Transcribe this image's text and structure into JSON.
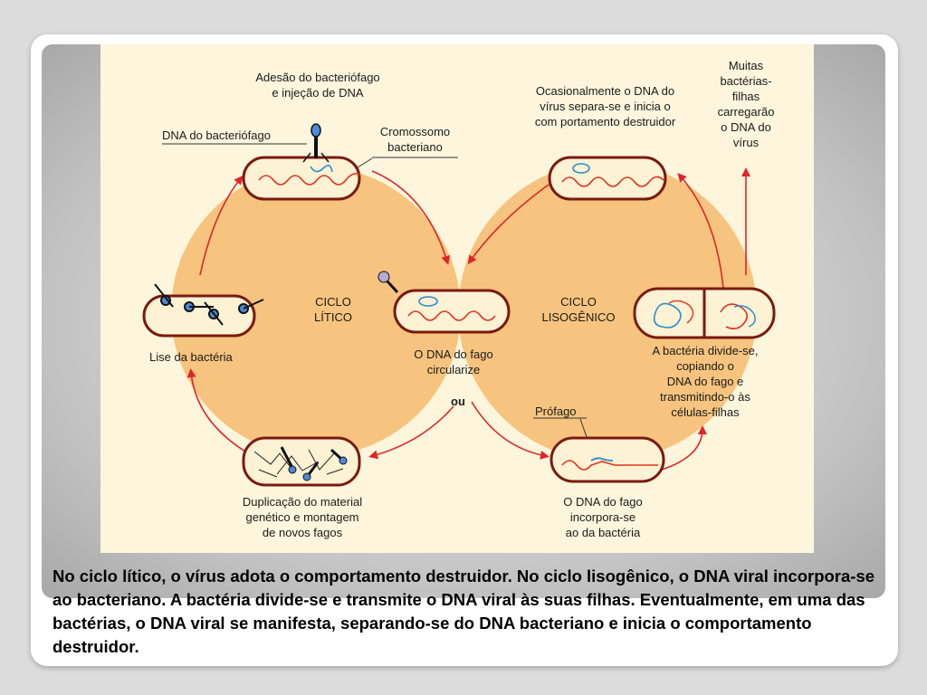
{
  "diagram": {
    "labels": {
      "adhesion": "Adesão do bacteriófago\ne injeção de DNA",
      "phage_dna": "DNA do bacteriófago",
      "chromosome": "Cromossomo\nbacteriano",
      "lytic_cycle": "CICLO\nLÍTICO",
      "lysis": "Lise da bactéria",
      "duplication": "Duplicação do material\ngenético e montagem\nde novos fagos",
      "circularizes": "O DNA do fago\ncircularize",
      "or": "ou",
      "occasional": "Ocasionalmente o DNA do\nvírus  separa-se e inicia o\ncom portamento destruidor",
      "many_bacteria": "Muitas\nbactérias-\nfilhas\ncarregarão\no DNA do\nvírus",
      "lysogenic_cycle": "CICLO\nLISOGÊNICO",
      "divides": "A bactéria divide-se,\ncopiando o\nDNA do fago e\ntransmitindo-o às\ncélulas-filhas",
      "prophage": "Prófago",
      "incorporates": "O DNA do fago\nincorpora-se\nao da bactéria"
    },
    "colors": {
      "background": "#fdf6dd",
      "cycle_fill": "#f6c47e",
      "arrow": "#e0252a",
      "cell_outline": "#7a1a10",
      "cell_fill": "#fdf2d4",
      "bacterial_dna": "#e0301c",
      "viral_dna": "#2a8cd0"
    }
  },
  "caption": "No ciclo lítico, o vírus adota o comportamento destruidor. No ciclo lisogênico, o DNA viral incorpora-se ao bacteriano. A bactéria divide-se e transmite o DNA viral às suas filhas. Eventualmente, em uma das bactérias, o DNA viral se manifesta, separando-se do DNA bacteriano e inicia o comportamento destruidor."
}
